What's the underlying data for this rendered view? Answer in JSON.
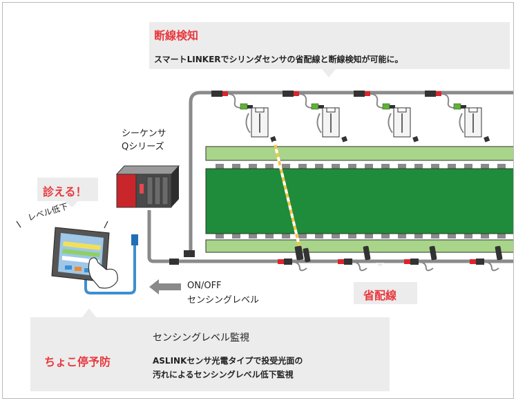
{
  "top_callout": {
    "title": "断線検知",
    "subtitle": "スマートLINKERでシリンダセンサの省配線と断線検知が可能に。"
  },
  "plc": {
    "label_line1": "シーケンサ",
    "label_line2": "Qシリーズ"
  },
  "diagnose_badge": "診える！",
  "level_drop": "レベル低下",
  "signal_arrow": {
    "line1": "ON/OFF",
    "line2": "センシングレベル"
  },
  "wire_saving": "省配線",
  "bottom_callout": {
    "left_title": "ちょこ停予防",
    "heading": "センシングレベル監視",
    "desc_line1": "ASLINKセンサ光電タイプで投受光面の",
    "desc_line2": "汚れによるセンシングレベル低下監視"
  },
  "colors": {
    "accent_red": "#e8383d",
    "callout_gray": "#ececec",
    "conveyor_green": "#1e8c3a",
    "rail_light_green": "#a8d58a",
    "cable_gray": "#8a8a8a",
    "cable_blue": "#3d8fd0"
  }
}
